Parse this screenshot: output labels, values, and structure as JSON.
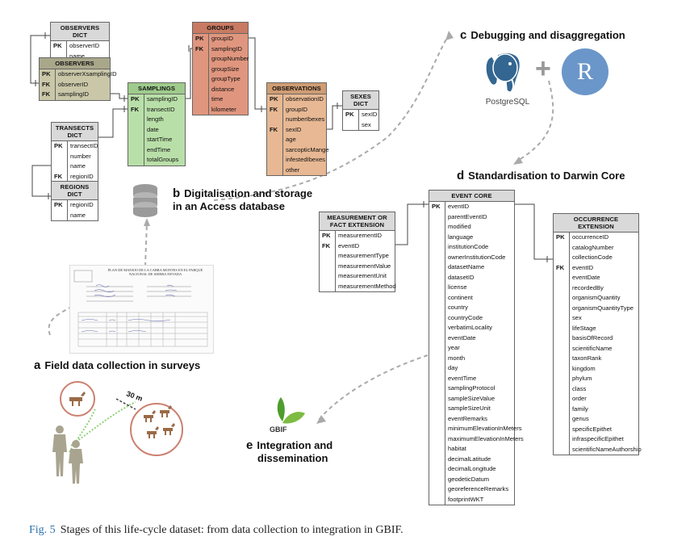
{
  "tables": {
    "observers_dict": {
      "title": "OBSERVERS DICT",
      "rows": [
        {
          "key": "PK",
          "field": "observerID"
        },
        {
          "key": "",
          "field": "name"
        }
      ]
    },
    "observers": {
      "title": "OBSERVERS",
      "rows": [
        {
          "key": "PK",
          "field": "observerXsamplingID"
        },
        {
          "key": "FK",
          "field": "observerID"
        },
        {
          "key": "FK",
          "field": "samplingID"
        }
      ]
    },
    "transects_dict": {
      "title": "TRANSECTS DICT",
      "rows": [
        {
          "key": "PK",
          "field": "transectID"
        },
        {
          "key": "",
          "field": "number"
        },
        {
          "key": "",
          "field": "name"
        },
        {
          "key": "FK",
          "field": "regionID"
        }
      ]
    },
    "regions_dict": {
      "title": "REGIONS DICT",
      "rows": [
        {
          "key": "PK",
          "field": "regionID"
        },
        {
          "key": "",
          "field": "name"
        }
      ]
    },
    "samplings": {
      "title": "SAMPLINGS",
      "rows": [
        {
          "key": "PK",
          "field": "samplingID"
        },
        {
          "key": "FK",
          "field": "transectID"
        },
        {
          "key": "",
          "field": "length"
        },
        {
          "key": "",
          "field": "date"
        },
        {
          "key": "",
          "field": "startTime"
        },
        {
          "key": "",
          "field": "endTime"
        },
        {
          "key": "",
          "field": "totalGroups"
        }
      ]
    },
    "groups": {
      "title": "GROUPS",
      "rows": [
        {
          "key": "PK",
          "field": "groupID"
        },
        {
          "key": "FK",
          "field": "samplingID"
        },
        {
          "key": "",
          "field": "groupNumber"
        },
        {
          "key": "",
          "field": "groupSize"
        },
        {
          "key": "",
          "field": "groupType"
        },
        {
          "key": "",
          "field": "distance"
        },
        {
          "key": "",
          "field": "time"
        },
        {
          "key": "",
          "field": "kilometer"
        }
      ]
    },
    "observations": {
      "title": "OBSERVATIONS",
      "rows": [
        {
          "key": "PK",
          "field": "observationID"
        },
        {
          "key": "FK",
          "field": "groupID"
        },
        {
          "key": "",
          "field": "numberIbexes"
        },
        {
          "key": "FK",
          "field": "sexID"
        },
        {
          "key": "",
          "field": "age"
        },
        {
          "key": "",
          "field": "sarcopticMange"
        },
        {
          "key": "",
          "field": "infestedIbexes"
        },
        {
          "key": "",
          "field": "other"
        }
      ]
    },
    "sexes_dict": {
      "title": "SEXES DICT",
      "rows": [
        {
          "key": "PK",
          "field": "sexID"
        },
        {
          "key": "",
          "field": "sex"
        }
      ]
    },
    "measurement": {
      "title": "MEASUREMENT OR FACT EXTENSION",
      "rows": [
        {
          "key": "PK",
          "field": "measurementID"
        },
        {
          "key": "FK",
          "field": "eventID"
        },
        {
          "key": "",
          "field": "measurementType"
        },
        {
          "key": "",
          "field": "measurementValue"
        },
        {
          "key": "",
          "field": "measurementUnit"
        },
        {
          "key": "",
          "field": "measurementMethod"
        }
      ]
    },
    "event_core": {
      "title": "EVENT CORE",
      "rows": [
        {
          "key": "PK",
          "field": "eventID"
        },
        {
          "key": "",
          "field": "parentEventID"
        },
        {
          "key": "",
          "field": "modified"
        },
        {
          "key": "",
          "field": "language"
        },
        {
          "key": "",
          "field": "institutionCode"
        },
        {
          "key": "",
          "field": "ownerInstitutionCode"
        },
        {
          "key": "",
          "field": "datasetName"
        },
        {
          "key": "",
          "field": "datasetID"
        },
        {
          "key": "",
          "field": "license"
        },
        {
          "key": "",
          "field": "continent"
        },
        {
          "key": "",
          "field": "country"
        },
        {
          "key": "",
          "field": "countryCode"
        },
        {
          "key": "",
          "field": "verbatimLocality"
        },
        {
          "key": "",
          "field": "eventDate"
        },
        {
          "key": "",
          "field": "year"
        },
        {
          "key": "",
          "field": "month"
        },
        {
          "key": "",
          "field": "day"
        },
        {
          "key": "",
          "field": "eventTime"
        },
        {
          "key": "",
          "field": "samplingProtocol"
        },
        {
          "key": "",
          "field": "sampleSizeValue"
        },
        {
          "key": "",
          "field": "sampleSizeUnit"
        },
        {
          "key": "",
          "field": "eventRemarks"
        },
        {
          "key": "",
          "field": "minimumElevationInMeters"
        },
        {
          "key": "",
          "field": "maximumElevationInMeters"
        },
        {
          "key": "",
          "field": "habitat"
        },
        {
          "key": "",
          "field": "decimalLatitude"
        },
        {
          "key": "",
          "field": "decimalLongitude"
        },
        {
          "key": "",
          "field": "geodeticDatum"
        },
        {
          "key": "",
          "field": "georeferenceRemarks"
        },
        {
          "key": "",
          "field": "footprintWKT"
        }
      ]
    },
    "occurrence": {
      "title": "OCCURRENCE EXTENSION",
      "rows": [
        {
          "key": "PK",
          "field": "occurrenceID"
        },
        {
          "key": "",
          "field": "catalogNumber"
        },
        {
          "key": "",
          "field": "collectionCode"
        },
        {
          "key": "FK",
          "field": "eventID"
        },
        {
          "key": "",
          "field": "eventDate"
        },
        {
          "key": "",
          "field": "recordedBy"
        },
        {
          "key": "",
          "field": "organismQuantity"
        },
        {
          "key": "",
          "field": "organismQuantityType"
        },
        {
          "key": "",
          "field": "sex"
        },
        {
          "key": "",
          "field": "lifeStage"
        },
        {
          "key": "",
          "field": "basisOfRecord"
        },
        {
          "key": "",
          "field": "scientificName"
        },
        {
          "key": "",
          "field": "taxonRank"
        },
        {
          "key": "",
          "field": "kingdom"
        },
        {
          "key": "",
          "field": "phylum"
        },
        {
          "key": "",
          "field": "class"
        },
        {
          "key": "",
          "field": "order"
        },
        {
          "key": "",
          "field": "family"
        },
        {
          "key": "",
          "field": "genus"
        },
        {
          "key": "",
          "field": "specificEpithet"
        },
        {
          "key": "",
          "field": "infraspecificEpithet"
        },
        {
          "key": "",
          "field": "scientificNameAuthorship"
        }
      ]
    }
  },
  "stages": {
    "a": {
      "letter": "a",
      "text": "Field data collection in surveys"
    },
    "b": {
      "letter": "b",
      "line1": "Digitalisation and storage",
      "line2": "in an Access database"
    },
    "c": {
      "letter": "c",
      "text": "Debugging and disaggregation"
    },
    "d": {
      "letter": "d",
      "text": "Standardisation to Darwin Core"
    },
    "e": {
      "letter": "e",
      "line1": "Integration and",
      "line2": "dissemination"
    }
  },
  "logos": {
    "postgres": "PostgreSQL",
    "r": "R",
    "gbif": "GBIF",
    "plus": "+",
    "distance": "30 m"
  },
  "form": {
    "title": "PLAN DE MANEJO DE LA CABRA MONTES EN EL PARQUE NACIONAL DE SIERRA NEVADA"
  },
  "caption": {
    "fig": "Fig. 5",
    "text": "Stages of this life-cycle dataset: from data collection to integration in GBIF."
  },
  "colors": {
    "observers": "#c9c7a8",
    "samplings": "#b9dfa8",
    "groups": "#e0967e",
    "observations": "#e7b893",
    "header_gray": "#d9d9d9",
    "label_blue": "#2a6fa8",
    "r_blue": "#5b8cc7",
    "pg_blue": "#336791"
  }
}
